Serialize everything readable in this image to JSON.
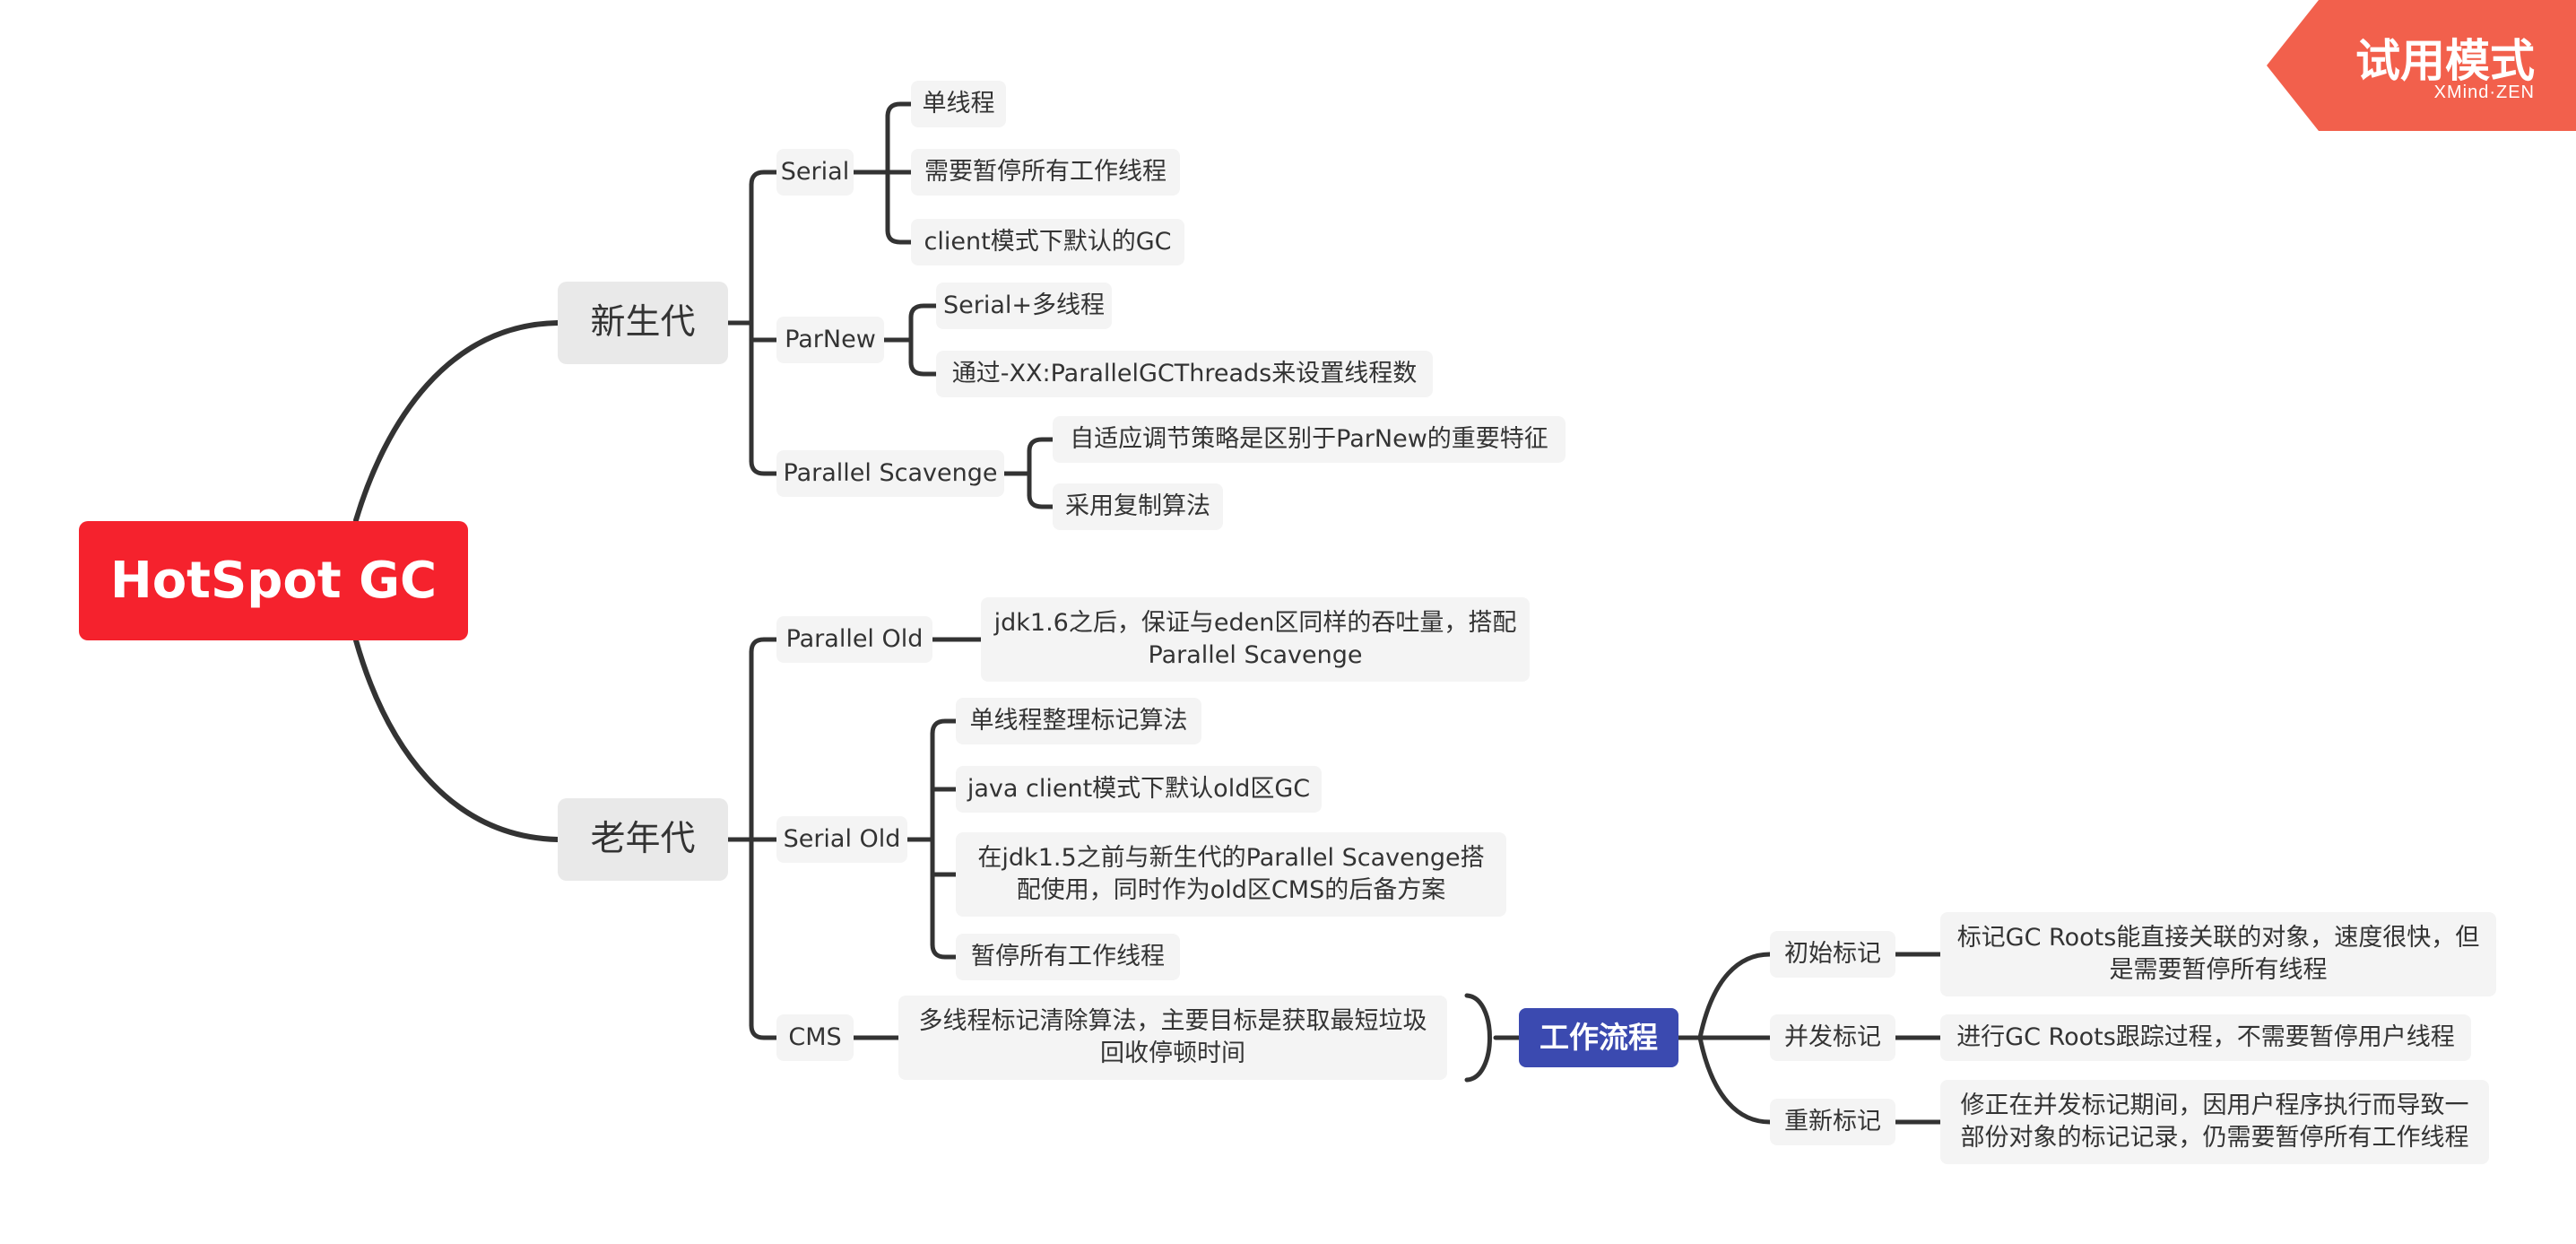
{
  "watermark": {
    "title": "试用模式",
    "subtitle": "XMind·ZEN"
  },
  "root": "HotSpot GC",
  "young": {
    "label": "新生代",
    "serial": {
      "label": "Serial",
      "items": [
        "单线程",
        "需要暂停所有工作线程",
        "client模式下默认的GC"
      ]
    },
    "parnew": {
      "label": "ParNew",
      "items": [
        "Serial+多线程",
        "通过-XX:ParallelGCThreads来设置线程数"
      ]
    },
    "scavenge": {
      "label": "Parallel Scavenge",
      "items": [
        "自适应调节策略是区别于ParNew的重要特征",
        "采用复制算法"
      ]
    }
  },
  "old": {
    "label": "老年代",
    "parallel_old": {
      "label": "Parallel Old",
      "items": [
        "jdk1.6之后，保证与eden区同样的吞吐量，搭配Parallel Scavenge"
      ]
    },
    "serial_old": {
      "label": "Serial Old",
      "items": [
        "单线程整理标记算法",
        "java client模式下默认old区GC",
        "在jdk1.5之前与新生代的Parallel Scavenge搭配使用，同时作为old区CMS的后备方案",
        "暂停所有工作线程"
      ]
    },
    "cms": {
      "label": "CMS",
      "desc": "多线程标记清除算法，主要目标是获取最短垃圾回收停顿时间",
      "workflow": "工作流程",
      "steps": [
        {
          "label": "初始标记",
          "desc": "标记GC Roots能直接关联的对象，速度很快，但是需要暂停所有线程"
        },
        {
          "label": "并发标记",
          "desc": "进行GC Roots跟踪过程，不需要暂停用户线程"
        },
        {
          "label": "重新标记",
          "desc": "修正在并发标记期间，因用户程序执行而导致一部份对象的标记记录，仍需要暂停所有工作线程"
        }
      ]
    }
  }
}
